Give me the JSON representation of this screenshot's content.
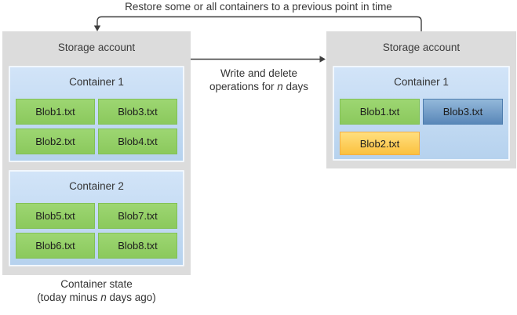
{
  "colors": {
    "box-gray": "#dcdcdc",
    "container-top": "#d2e4f8",
    "container-bottom": "#b6d2ee",
    "blob-green": "#8fcd64",
    "blob-blue": "#6091c3",
    "blob-yellow": "#fcca4c",
    "arrow": "#3f3f3f"
  },
  "restore_flow": {
    "label": "Restore some or all containers to a previous point in time"
  },
  "timeline_flow": {
    "line1": "Write and delete",
    "line2_pre": "operations for ",
    "line2_italic": "n",
    "line2_post": " days"
  },
  "before": {
    "title": "Storage account",
    "containers": [
      {
        "title": "Container 1",
        "blobs": [
          [
            "Blob1.txt",
            "Blob3.txt"
          ],
          [
            "Blob2.txt",
            "Blob4.txt"
          ]
        ]
      },
      {
        "title": "Container 2",
        "blobs": [
          [
            "Blob5.txt",
            "Blob7.txt"
          ],
          [
            "Blob6.txt",
            "Blob8.txt"
          ]
        ]
      }
    ],
    "caption_line1": "Container state",
    "caption_line2_pre": "(today minus ",
    "caption_line2_italic": "n",
    "caption_line2_post": " days ago)"
  },
  "after": {
    "title": "Storage account",
    "container": {
      "title": "Container 1",
      "blobs": [
        {
          "label": "Blob1.txt",
          "state": "green"
        },
        {
          "label": "Blob3.txt",
          "state": "blue"
        },
        {
          "label": "Blob2.txt",
          "state": "yellow"
        }
      ]
    }
  }
}
